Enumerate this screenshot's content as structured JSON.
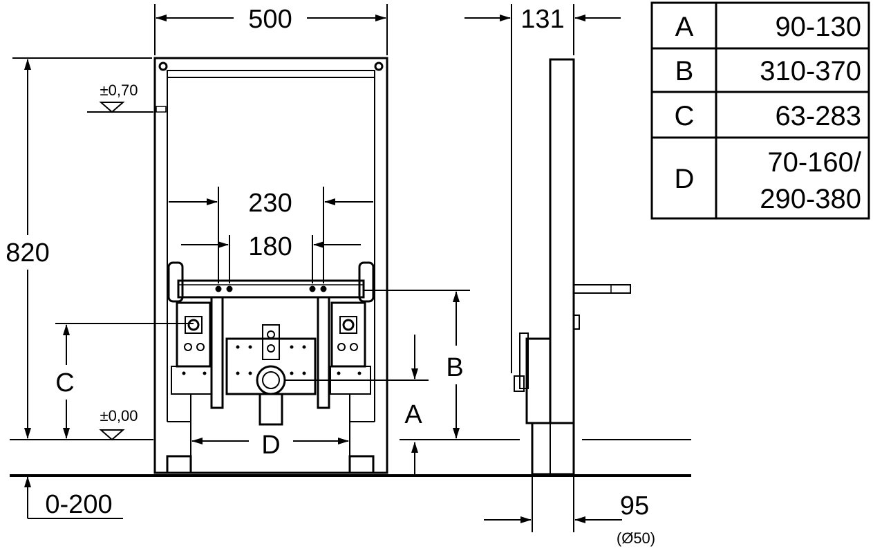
{
  "dimensions": {
    "frame_width": "500",
    "frame_depth": "131",
    "frame_height": "820",
    "inner_230": "230",
    "inner_180": "180",
    "level_top": "±0,70",
    "level_floor": "±0,00",
    "label_a": "A",
    "label_b": "B",
    "label_c": "C",
    "label_d": "D",
    "floor_adjust": "0-200",
    "outlet_depth": "95",
    "outlet_diameter": "(Ø50)"
  },
  "table": {
    "rows": [
      {
        "key": "A",
        "value": "90-130"
      },
      {
        "key": "B",
        "value": "310-370"
      },
      {
        "key": "C",
        "value": "63-283"
      },
      {
        "key": "D",
        "value_line1": "70-160/",
        "value_line2": "290-380"
      }
    ]
  }
}
